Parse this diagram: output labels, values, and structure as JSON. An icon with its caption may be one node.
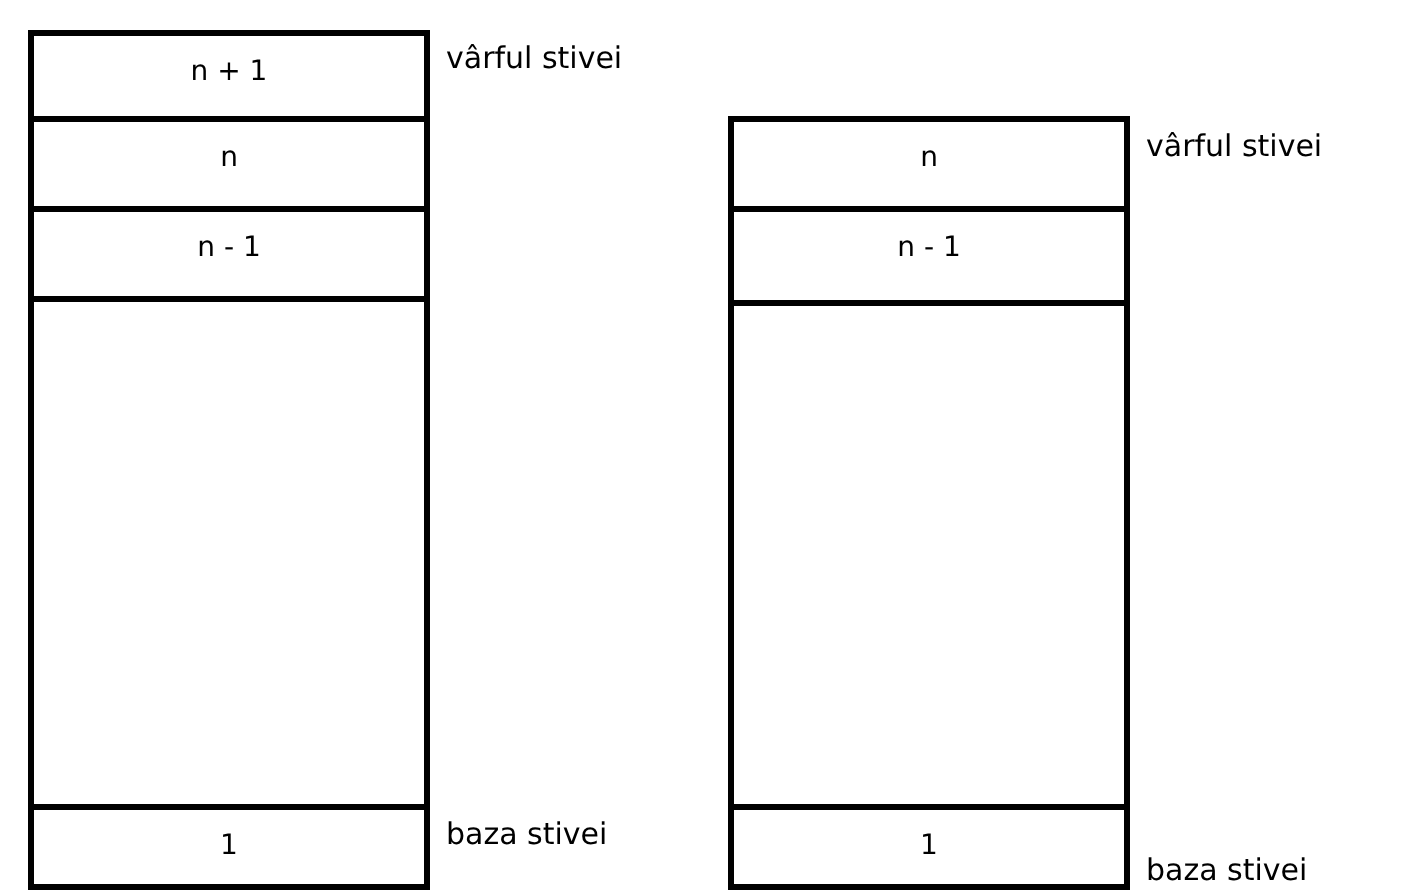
{
  "diagram": {
    "nodes": [
      {
        "text": [
          "n + 1"
        ],
        "beside": [
          "vârful stivei"
        ]
      },
      {
        "text": [
          "n"
        ]
      },
      {
        "text": [
          "n - 1"
        ]
      },
      {
        "text": [],
        "shape": "box"
      },
      {
        "text": [
          "1"
        ],
        "beside": [
          "baza stivei"
        ]
      },
      {
        "text": [
          "n"
        ],
        "beside": [
          "vârful stivei"
        ]
      },
      {
        "text": [
          "n - 1"
        ]
      },
      {
        "text": [],
        "shape": "box"
      },
      {
        "text": [
          "1"
        ],
        "beside": [
          "baza stivei"
        ]
      }
    ]
  }
}
